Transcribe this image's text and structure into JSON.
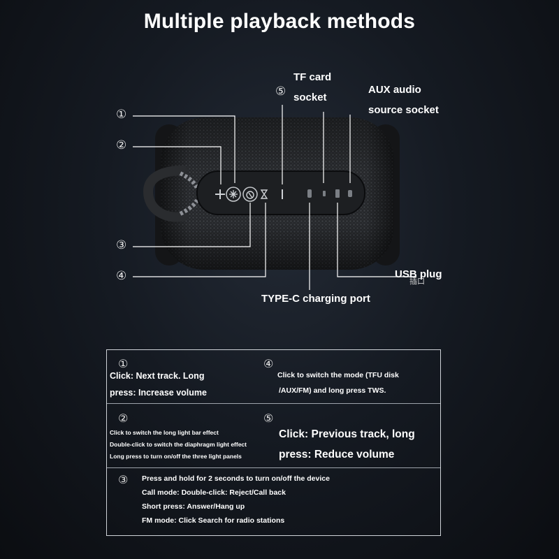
{
  "title": "Multiple playback methods",
  "labels": {
    "n1": "①",
    "n2": "②",
    "n3": "③",
    "n4": "④",
    "n5": "⑤",
    "tf_card": [
      "TF card",
      "socket"
    ],
    "aux": [
      "AUX audio",
      "source socket"
    ],
    "usb": "USB plug",
    "usb_cn": "插口",
    "typec": "TYPE-C charging port"
  },
  "panel": {
    "cell1": {
      "num": "①",
      "lines": [
        "Click: Next track. Long",
        "press: Increase volume"
      ]
    },
    "cell4": {
      "num": "④",
      "lines": [
        "Click to switch the mode (TFU disk",
        "/AUX/FM) and long press TWS."
      ]
    },
    "cell2": {
      "num": "②",
      "lines": [
        "Click to switch the long light bar effect",
        "Double-click to switch the diaphragm light effect",
        "Long press to turn on/off the three light panels"
      ]
    },
    "cell5": {
      "num": "⑤",
      "lines": [
        "Click: Previous track, long",
        "press: Reduce volume"
      ]
    },
    "cell3": {
      "num": "③",
      "lines": [
        "Press and hold for 2 seconds to turn on/off the device",
        "Call mode: Double-click: Reject/Call back",
        "Short press: Answer/Hang up",
        "FM mode: Click Search for radio stations"
      ]
    }
  },
  "colors": {
    "background": "#151a22",
    "text": "#ffffff",
    "speaker": "#2b2d30",
    "panel_border": "#cfd3d8"
  }
}
